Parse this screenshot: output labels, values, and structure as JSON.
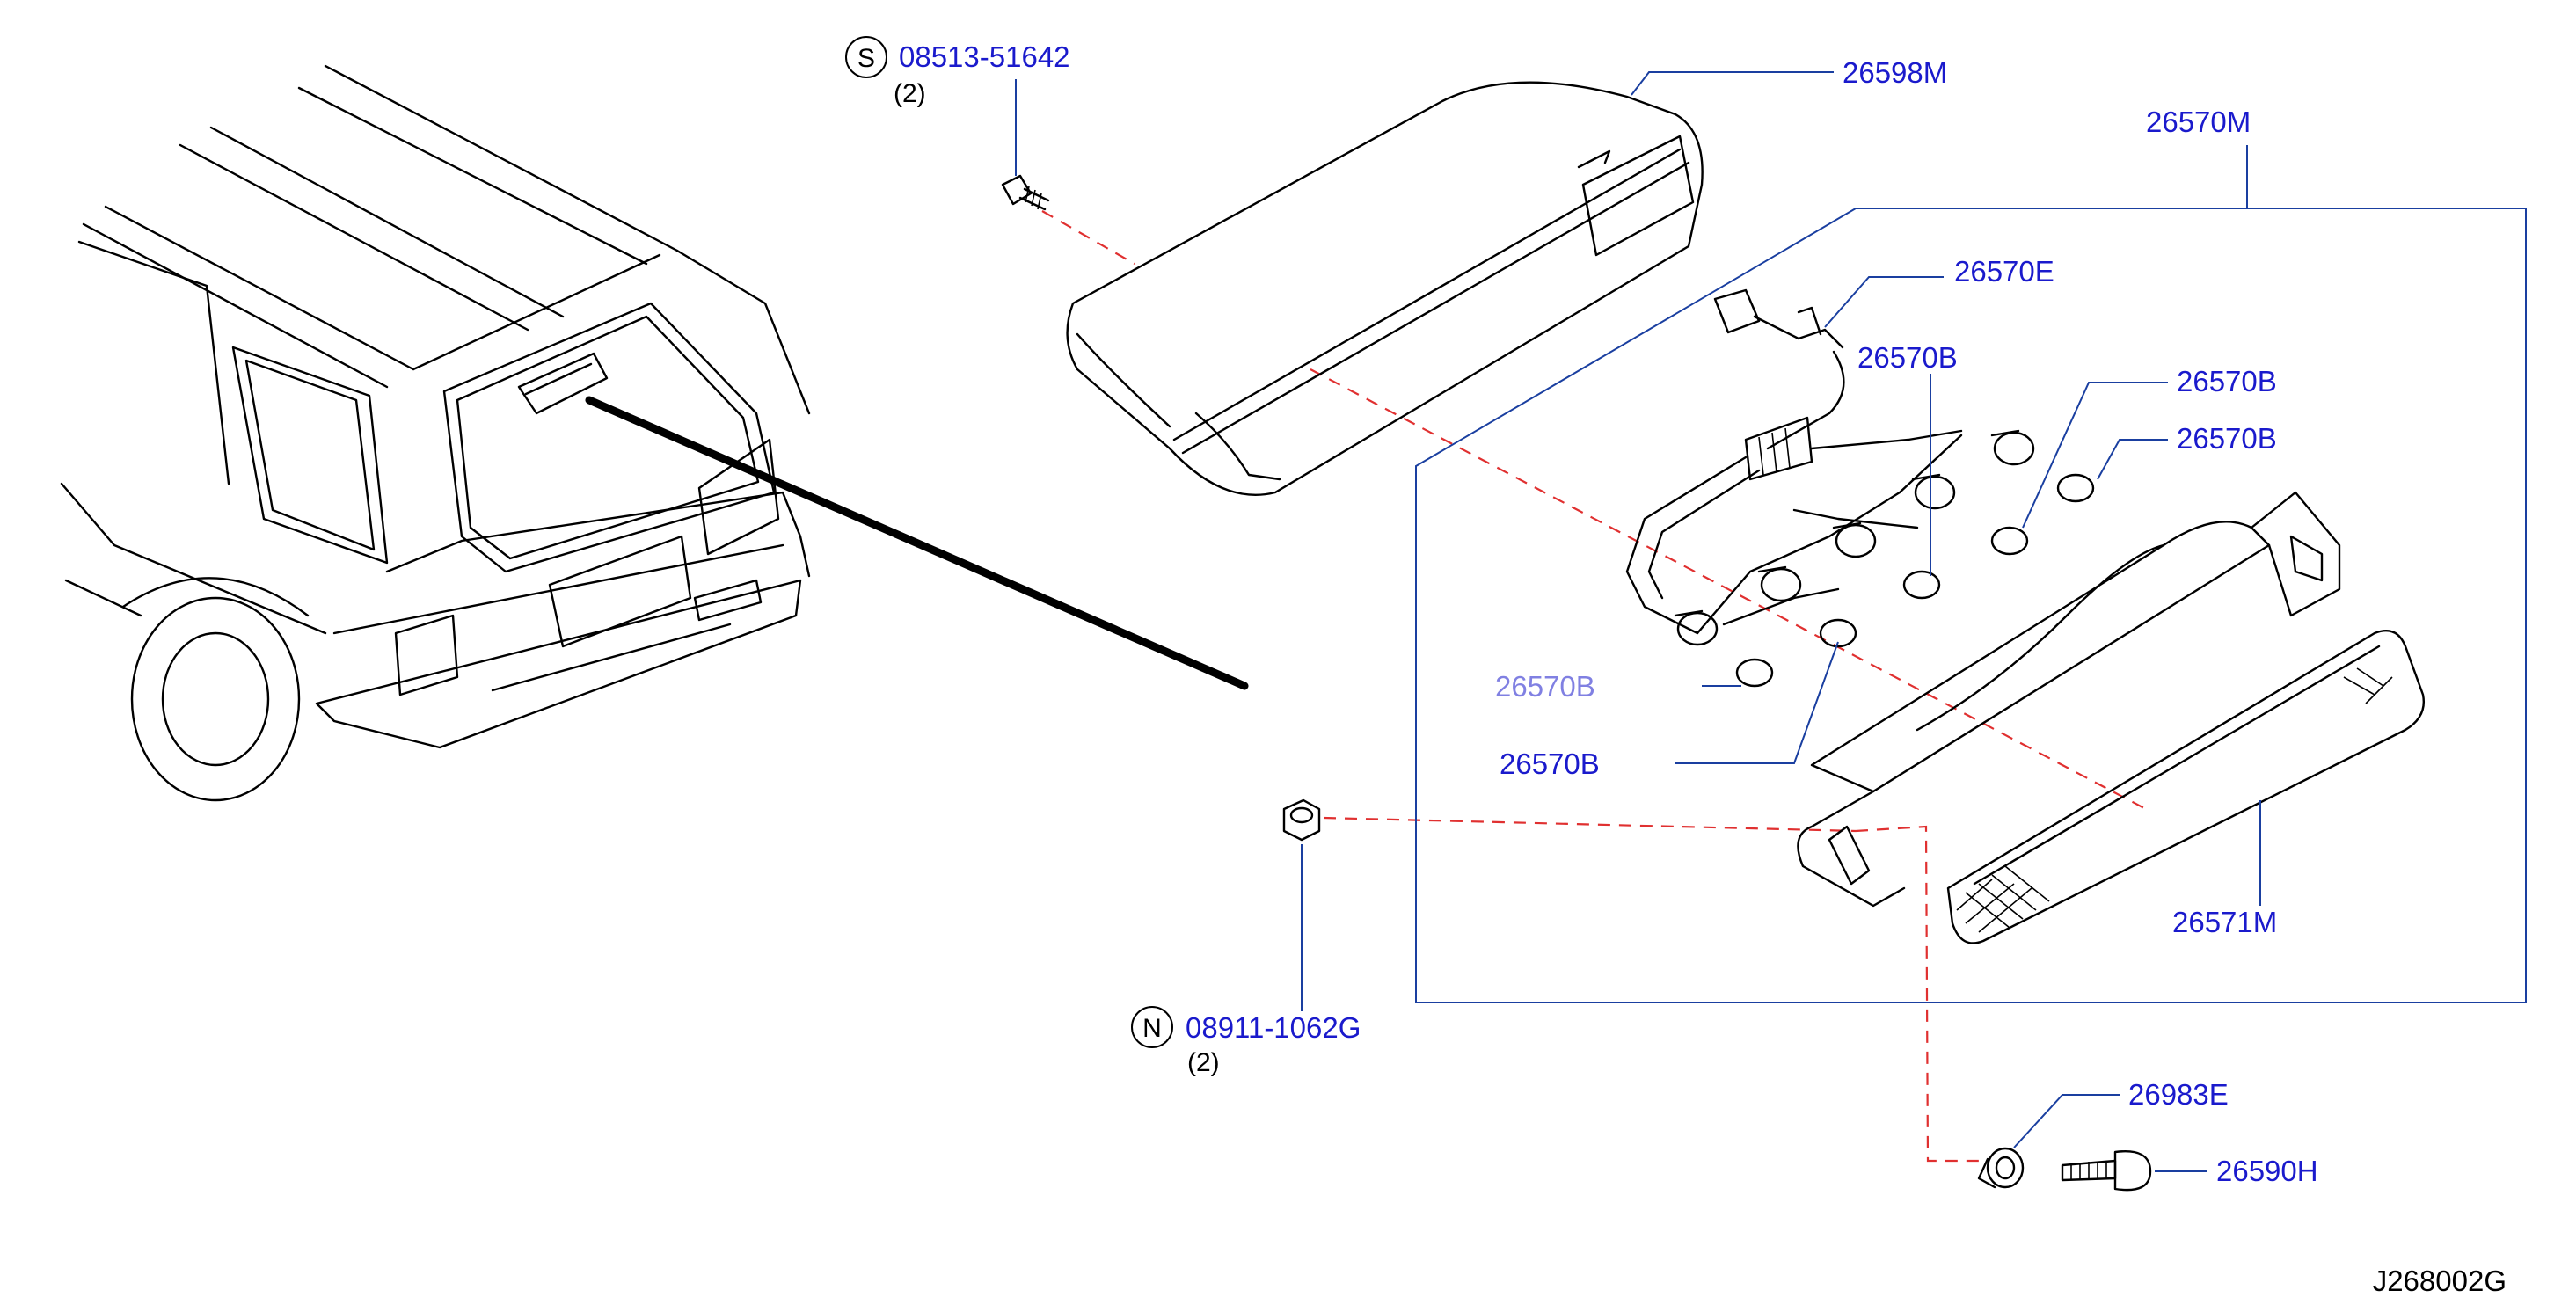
{
  "diagram": {
    "reference_code": "J268002G",
    "colors": {
      "label": "#1a1acc",
      "leader": "#1a3fa0",
      "dashed_path": "#e03030",
      "ink": "#000000"
    },
    "callouts": {
      "screw": {
        "prefix": "S",
        "part": "08513-51642",
        "qty": "(2)"
      },
      "nut": {
        "prefix": "N",
        "part": "08911-1062G",
        "qty": "(2)"
      }
    },
    "parts": {
      "cover": "26598M",
      "lamp_assembly": "26570M",
      "harness": "26570E",
      "socket_top": "26570B",
      "bulb_upper": "26570B",
      "bulb_right": "26570B",
      "socket_left_obscured": "26570B",
      "bulb_lower": "26570B",
      "lens": "26571M",
      "grommet": "26983E",
      "clip": "26590H"
    }
  }
}
